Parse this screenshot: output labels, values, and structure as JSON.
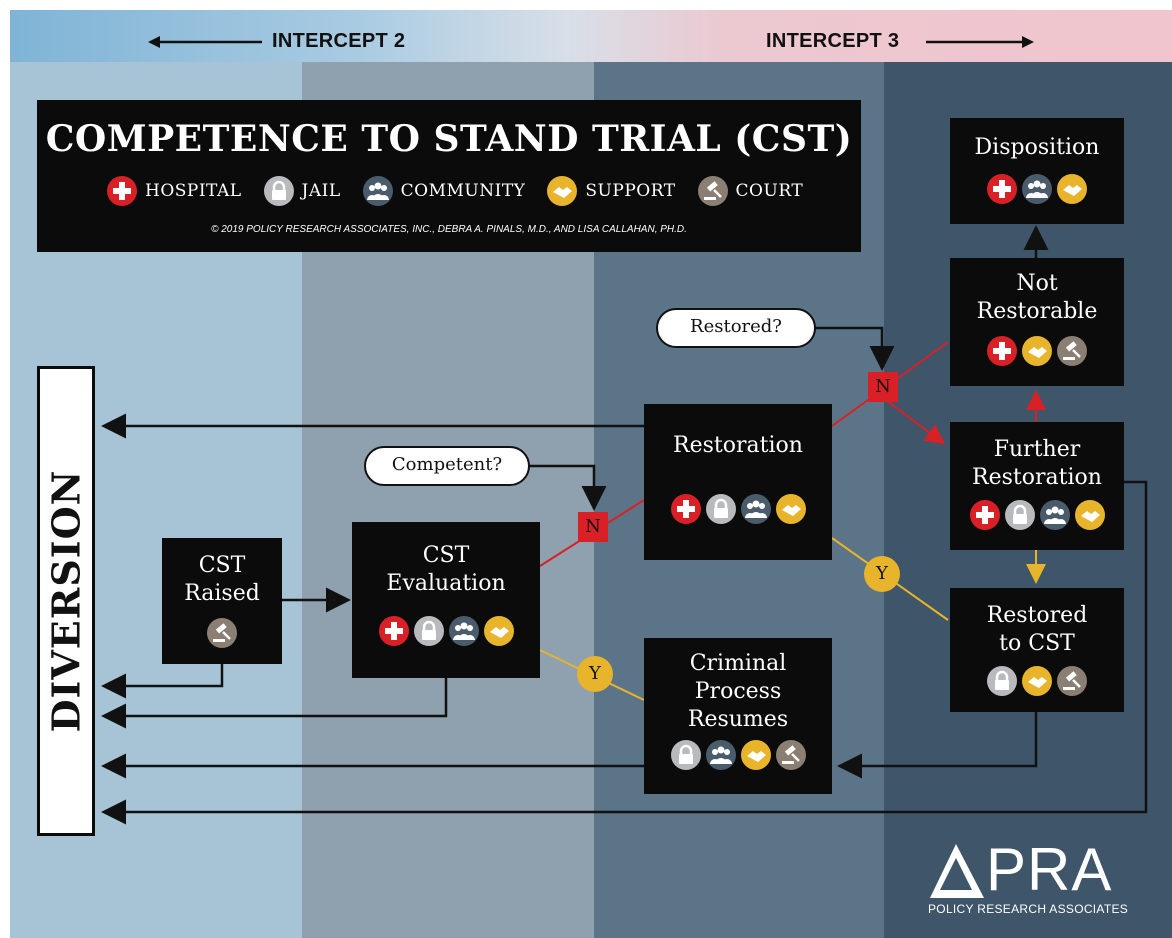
{
  "header": {
    "intercept_left": "INTERCEPT 2",
    "intercept_right": "INTERCEPT 3"
  },
  "title_block": {
    "title": "COMPETENCE TO STAND TRIAL (CST)",
    "legend": [
      {
        "icon": "hospital-icon",
        "label": "HOSPITAL"
      },
      {
        "icon": "jail-icon",
        "label": "JAIL"
      },
      {
        "icon": "community-icon",
        "label": "COMMUNITY"
      },
      {
        "icon": "support-icon",
        "label": "SUPPORT"
      },
      {
        "icon": "court-icon",
        "label": "COURT"
      }
    ],
    "copyright": "© 2019 POLICY RESEARCH ASSOCIATES, INC., DEBRA A. PINALS, M.D., AND LISA CALLAHAN, PH.D."
  },
  "diversion": {
    "label": "DIVERSION"
  },
  "nodes": {
    "cst_raised": {
      "label": "CST\nRaised",
      "icons": [
        "court"
      ]
    },
    "cst_evaluation": {
      "label": "CST\nEvaluation",
      "icons": [
        "hospital",
        "jail",
        "community",
        "support"
      ]
    },
    "restoration": {
      "label": "Restoration",
      "icons": [
        "hospital",
        "jail",
        "community",
        "support"
      ]
    },
    "criminal_process": {
      "label": "Criminal\nProcess\nResumes",
      "icons": [
        "jail",
        "community",
        "support",
        "court"
      ]
    },
    "disposition": {
      "label": "Disposition",
      "icons": [
        "hospital",
        "community",
        "support"
      ]
    },
    "not_restorable": {
      "label": "Not\nRestorable",
      "icons": [
        "hospital",
        "support",
        "court"
      ]
    },
    "further_restoration": {
      "label": "Further\nRestoration",
      "icons": [
        "hospital",
        "jail",
        "community",
        "support"
      ]
    },
    "restored_to_cst": {
      "label": "Restored\nto CST",
      "icons": [
        "jail",
        "support",
        "court"
      ]
    }
  },
  "questions": {
    "competent": "Competent?",
    "restored": "Restored?"
  },
  "badges": {
    "no": "N",
    "yes": "Y"
  },
  "logo": {
    "word": "PRA",
    "subtitle": "POLICY RESEARCH ASSOCIATES"
  },
  "colors": {
    "hospital": "#d92027",
    "jail": "#b9babd",
    "community": "#4a5b6b",
    "support": "#e8b42c",
    "court": "#8b7f74",
    "no_path": "#d92027",
    "yes_path": "#e8b42c"
  }
}
